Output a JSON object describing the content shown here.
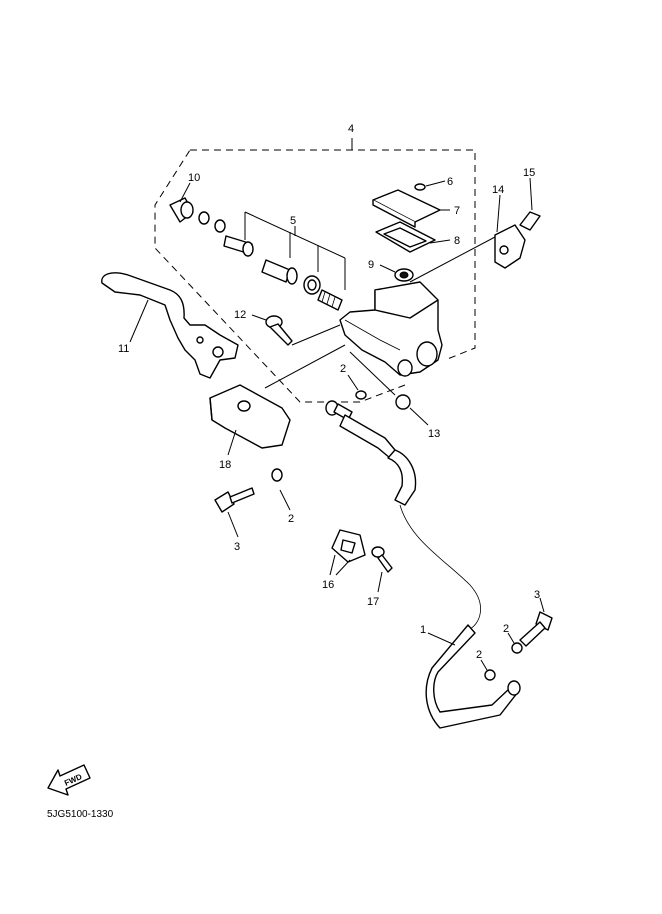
{
  "diagram": {
    "callouts": {
      "c1": "1",
      "c2a": "2",
      "c2b": "2",
      "c2c": "2",
      "c2d": "2",
      "c3a": "3",
      "c3b": "3",
      "c4": "4",
      "c5": "5",
      "c6": "6",
      "c7": "7",
      "c8": "8",
      "c9": "9",
      "c10": "10",
      "c11": "11",
      "c12": "12",
      "c13": "13",
      "c14": "14",
      "c15": "15",
      "c16": "16",
      "c17": "17",
      "c18": "18"
    },
    "fwd_label": "FWD",
    "code": "5JG5100-1330"
  }
}
